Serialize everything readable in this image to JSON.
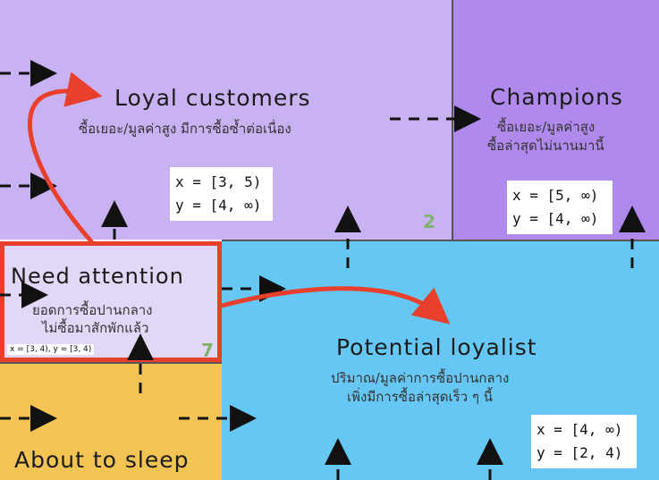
{
  "segments": {
    "loyal": {
      "title": "Loyal customers",
      "subtitle": "ซื้อเยอะ/มูลค่าสูง มีการซื้อซ้ำต่อเนื่อง",
      "x_range": "x = [3, 5)",
      "y_range": "y = [4, ∞)",
      "number": "2",
      "color": "#c9b2f2"
    },
    "champions": {
      "title": "Champions",
      "subtitle_line1": "ซื้อเยอะ/มูลค่าสูง",
      "subtitle_line2": "ซื้อล่าสุดไม่นานมานี้",
      "x_range": "x = [5, ∞)",
      "y_range": "y = [4, ∞)",
      "color": "#b089ec"
    },
    "need_attention": {
      "title": "Need attention",
      "subtitle_line1": "ยอดการซื้อปานกลาง",
      "subtitle_line2": "ไม่ซื้อมาสักพักแล้ว",
      "range_text": "x = [3, 4), y = [3, 4)",
      "number": "7",
      "color": "#e3d7f8",
      "highlight_color": "#e8402c"
    },
    "potential": {
      "title": "Potential loyalist",
      "subtitle_line1": "ปริมาณ/มูลค่าการซื้อปานกลาง",
      "subtitle_line2": "เพิ่งมีการซื้อล่าสุดเร็ว ๆ นี้",
      "x_range": "x = [4, ∞)",
      "y_range": "y = [2, 4)",
      "color": "#66c7f4"
    },
    "about_to_sleep": {
      "title": "About to sleep",
      "color": "#f2c454"
    }
  },
  "arrow_color": "#e8402c"
}
